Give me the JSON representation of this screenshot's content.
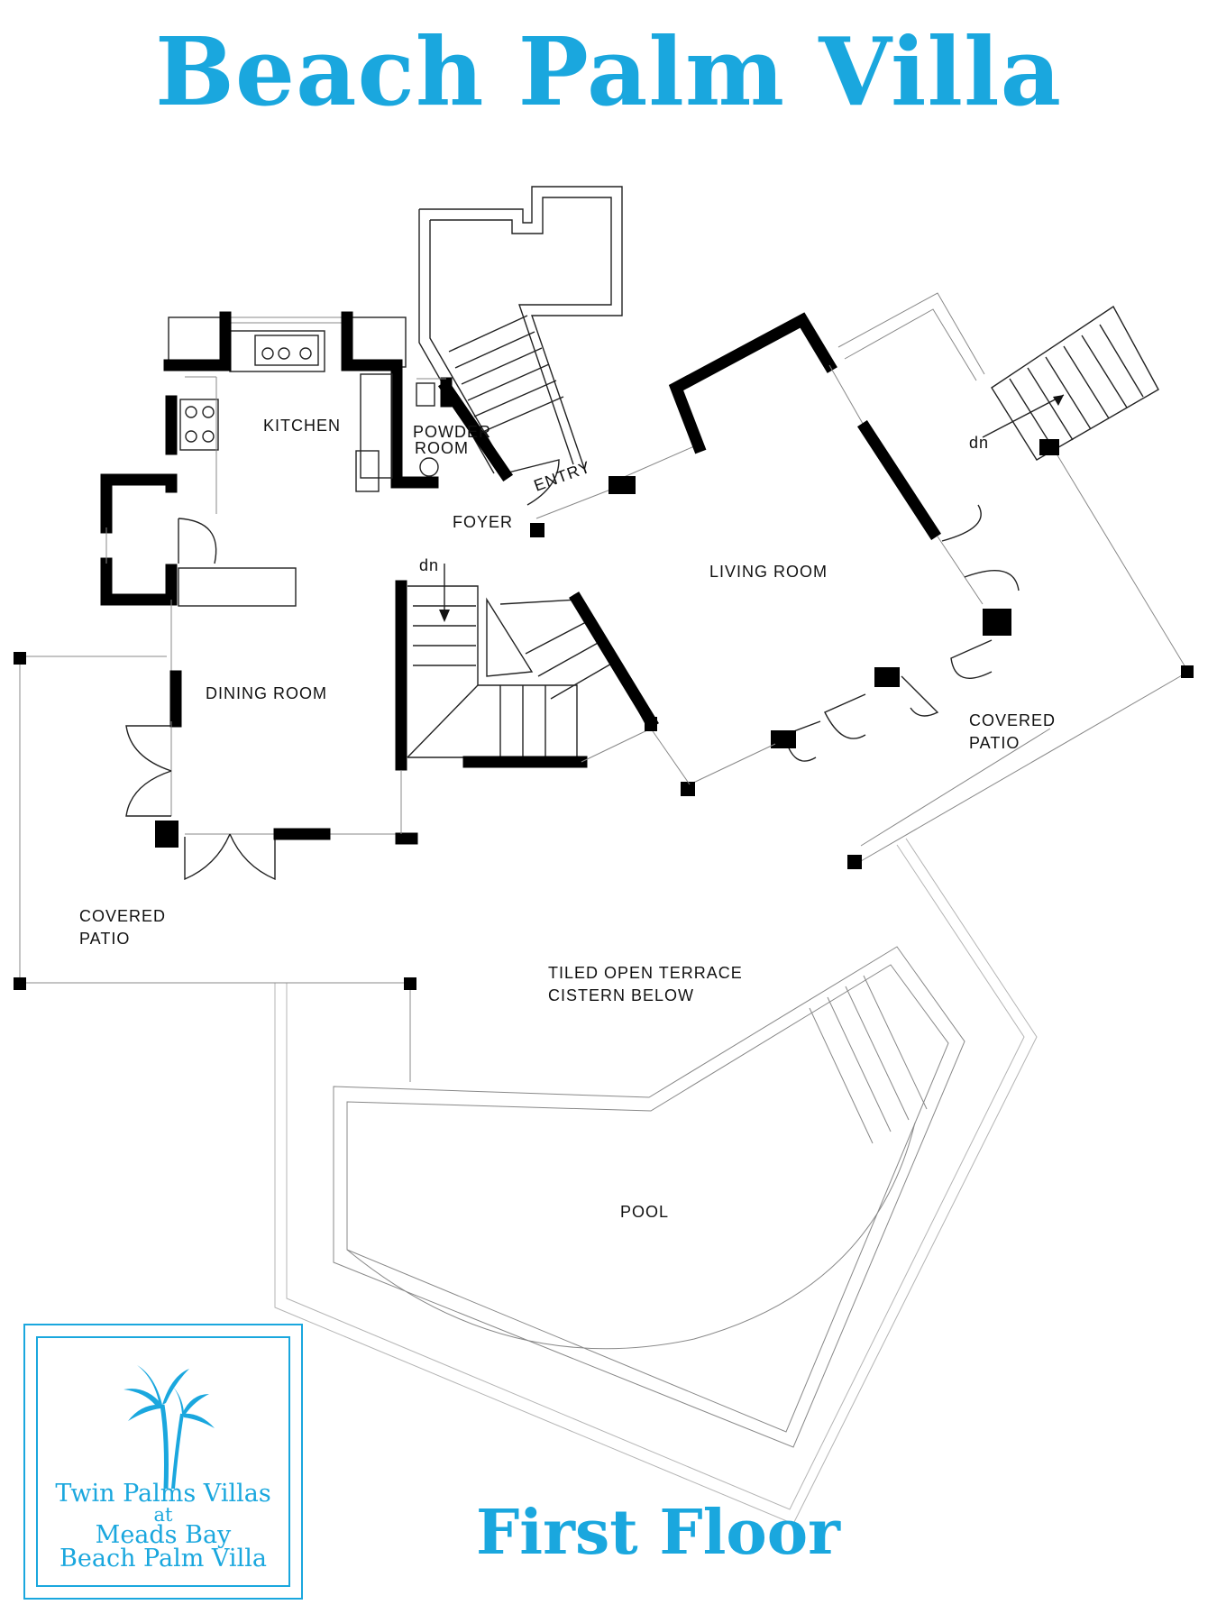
{
  "header": {
    "title": "Beach Palm Villa"
  },
  "footer": {
    "floor_label": "First Floor"
  },
  "rooms": {
    "kitchen": "KITCHEN",
    "powder_room_1": "POWDER",
    "powder_room_2": "ROOM",
    "entry": "ENTRY",
    "foyer": "FOYER",
    "living_room": "LIVING ROOM",
    "dining_room": "DINING ROOM",
    "covered_patio_right_1": "COVERED",
    "covered_patio_right_2": "PATIO",
    "covered_patio_left_1": "COVERED",
    "covered_patio_left_2": "PATIO",
    "terrace_1": "TILED OPEN TERRACE",
    "terrace_2": "CISTERN BELOW",
    "pool": "POOL",
    "dn_stairs_center": "dn",
    "dn_stairs_right": "dn"
  },
  "logo": {
    "line1": "Twin Palms Villas",
    "line2": "at",
    "line3": "Meads Bay",
    "line4": "Beach Palm Villa"
  },
  "colors": {
    "brand": "#1aa7de",
    "walls": "#000000"
  }
}
